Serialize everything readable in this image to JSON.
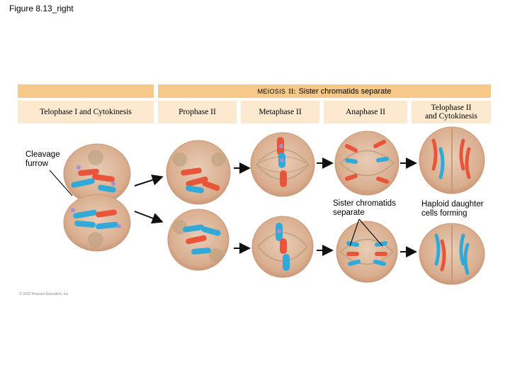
{
  "figure_title": "Figure 8.13_right",
  "banner": {
    "prefix_first": "M",
    "prefix_rest": "EIOSIS",
    "roman": "II:",
    "text": "Sister chromatids separate"
  },
  "stages": [
    {
      "label": "Telophase I and Cytokinesis"
    },
    {
      "label": "Prophase II"
    },
    {
      "label": "Metaphase II"
    },
    {
      "label": "Anaphase II"
    },
    {
      "line1": "Telophase II",
      "line2": "and Cytokinesis"
    }
  ],
  "annotations": {
    "cleavage_line1": "Cleavage",
    "cleavage_line2": "furrow",
    "sister_line1": "Sister chromatids",
    "sister_line2": "separate",
    "haploid_line1": "Haploid daughter",
    "haploid_line2": "cells forming"
  },
  "credit": "© 2012 Pearson Education, Inc.",
  "colors": {
    "banner": "#f6c98a",
    "header_bg": "#fde9cf",
    "cell_fill": "#ddb596",
    "cell_edge": "#c99a78",
    "chromosome_red": "#e8553a",
    "chromosome_blue": "#33a9d8",
    "centromere": "#a58fd6",
    "spindle": "#b9a07f"
  }
}
